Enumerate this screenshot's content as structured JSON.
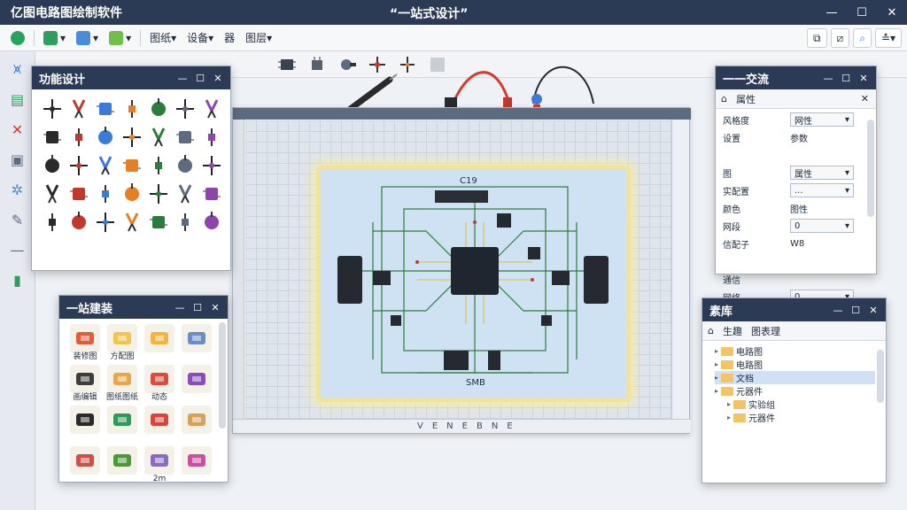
{
  "window": {
    "app_title": "亿图电路图绘制软件",
    "doc_title": "“一站式设计”",
    "min": "—",
    "max": "☐",
    "close": "✕"
  },
  "menu": {
    "items": [
      {
        "label": "图纸▾"
      },
      {
        "label": "设备▾"
      },
      {
        "label": "器"
      },
      {
        "label": "图层▾"
      }
    ],
    "right": [
      {
        "label": "⧉"
      },
      {
        "label": "⧄"
      },
      {
        "label": "⌕"
      },
      {
        "label": "≛▾"
      }
    ]
  },
  "panels": {
    "function": {
      "title": "功能设计",
      "min": "—",
      "max": "☐",
      "close": "✕",
      "icons": [
        "transistor-icon",
        "plier-icon",
        "speaker-icon",
        "resistor-icon",
        "diode-icon",
        "capacitor-icon",
        "terminal-icon",
        "brush-icon",
        "wire-cutter-icon",
        "motor-icon",
        "connector-icon",
        "soldering-iron-icon",
        "probe-icon",
        "plug-icon",
        "spring-icon",
        "chip-icon",
        "cutter-icon",
        "pliers-icon",
        "triode-icon",
        "switch-icon",
        "relay-icon",
        "crimper-icon",
        "ic-chip-icon",
        "relay-icon",
        "ic-chip-icon",
        "clip-icon",
        "gear-icon",
        "wire-icon",
        "pin-icon",
        "fuse-icon",
        "bulb-icon",
        "sensor-icon",
        "module-icon",
        "board-icon",
        "lamp-icon"
      ]
    },
    "onestop": {
      "title": "一站建装",
      "min": "—",
      "max": "☐",
      "close": "✕",
      "items": [
        {
          "label": "装修图",
          "icon": "toolbox-icon",
          "color": "#e25b3a"
        },
        {
          "label": "方配图",
          "icon": "hardhat-icon",
          "color": "#f2c34d"
        },
        {
          "label": "",
          "icon": "bucket-icon",
          "color": "#f4b43b"
        },
        {
          "label": "",
          "icon": "measure-icon",
          "color": "#6b8cc7"
        },
        {
          "label": "画编辑",
          "icon": "drill-icon",
          "color": "#3d3d3d"
        },
        {
          "label": "图纸图纸",
          "icon": "crate-icon",
          "color": "#e8a64a"
        },
        {
          "label": "动态",
          "icon": "chip-red-icon",
          "color": "#d94b3d"
        },
        {
          "label": "",
          "icon": "gear-purple-icon",
          "color": "#8b4bb8"
        },
        {
          "label": "",
          "icon": "phone-icon",
          "color": "#2a2a2a"
        },
        {
          "label": "",
          "icon": "tile-icon",
          "color": "#2e9a5a"
        },
        {
          "label": "",
          "icon": "plier-red-icon",
          "color": "#d9443a"
        },
        {
          "label": "",
          "icon": "box-icon",
          "color": "#d6a25a"
        },
        {
          "label": "",
          "icon": "hammer-icon",
          "color": "#c9534a"
        },
        {
          "label": "",
          "icon": "cutter-green-icon",
          "color": "#4a9a3a"
        },
        {
          "label": "2m",
          "icon": "tape-icon",
          "color": "#8a6bc0"
        },
        {
          "label": "",
          "icon": "blocks-icon",
          "color": "#c94fa5"
        }
      ]
    },
    "properties": {
      "title": "一一交流",
      "min": "—",
      "max": "☐",
      "close": "✕",
      "tab": "属性",
      "rows": [
        {
          "label": "风格度",
          "combo": "",
          "label2": "网性"
        },
        {
          "label": "设置",
          "combo": "",
          "label2": "参数"
        },
        {
          "label": "",
          "combo": "",
          "label2": ""
        },
        {
          "label": "图",
          "combo": "",
          "label2": "属性"
        },
        {
          "label": "实配置",
          "combo": "",
          "label2": "..."
        },
        {
          "label": "颜色",
          "combo": "",
          "label2": "图性"
        },
        {
          "label": "网段",
          "combo": "",
          "label2": "0"
        },
        {
          "label": "信配子",
          "combo": "",
          "label2": "W8"
        },
        {
          "label": "",
          "combo": "",
          "label2": ""
        },
        {
          "label": "通信",
          "combo": "",
          "label2": ""
        },
        {
          "label": "网络",
          "combo": "",
          "label2": "0"
        }
      ]
    },
    "library": {
      "title": "素库",
      "min": "—",
      "max": "☐",
      "close": "✕",
      "tabs": [
        "生趣",
        "图表理"
      ],
      "tree": [
        {
          "label": "电路图",
          "indent": 0,
          "selected": false
        },
        {
          "label": "电路图",
          "indent": 0,
          "selected": false
        },
        {
          "label": "文档",
          "indent": 0,
          "selected": true
        },
        {
          "label": "元器件",
          "indent": 0,
          "selected": false
        },
        {
          "label": "实验组",
          "indent": 1,
          "selected": false
        },
        {
          "label": "元器件",
          "indent": 1,
          "selected": false
        }
      ]
    }
  },
  "canvas": {
    "chip_label": "C19",
    "footer_label": "SMB",
    "bottom_marks": [
      "V",
      "E",
      "N",
      "E",
      "B",
      "N",
      "E"
    ]
  },
  "colors": {
    "titlebar": "#2b3a55",
    "accent": "#3b7bd8",
    "board": "#cfe2f3",
    "trace": "#2a7d3a",
    "glow": "#f2e39a"
  }
}
